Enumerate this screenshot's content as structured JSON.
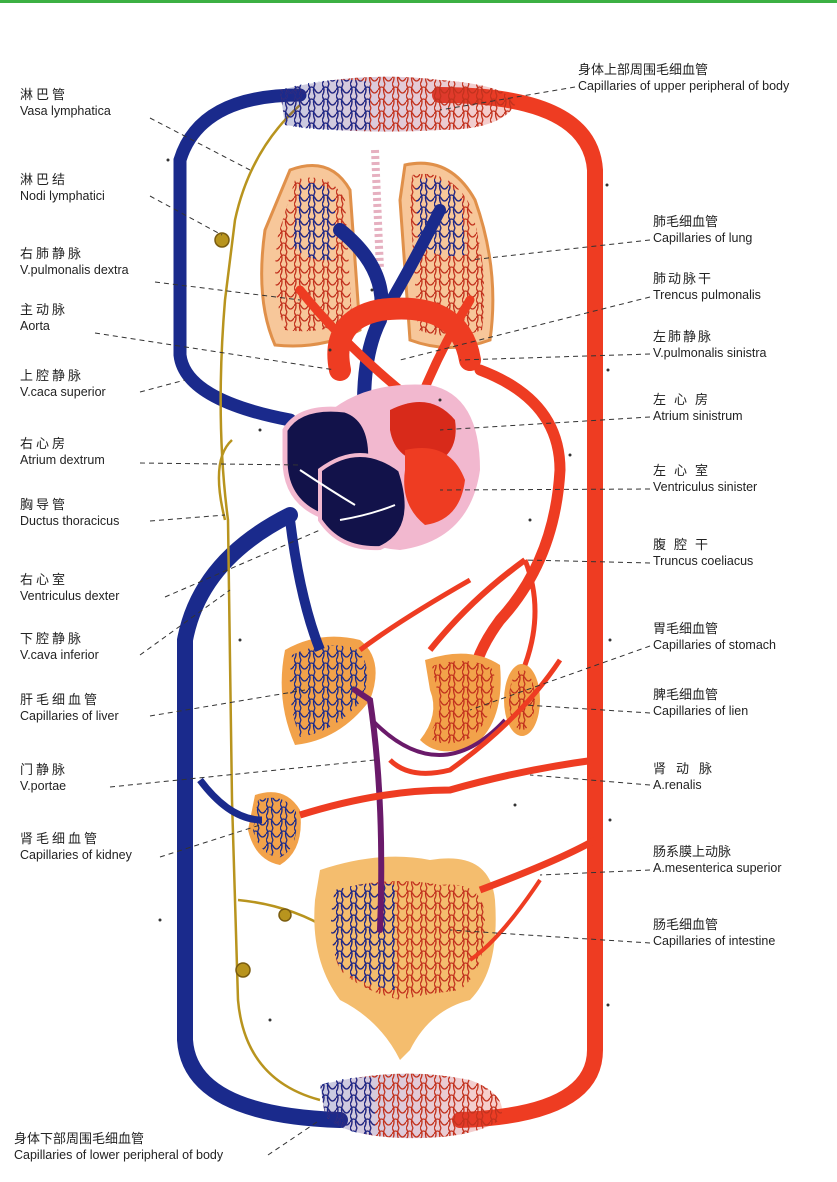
{
  "colors": {
    "vein": "#1a2a8c",
    "artery": "#ee3c22",
    "lymph": "#b8941e",
    "tissue": "#f2a24a",
    "heart_dark": "#12124a",
    "pericardium": "#f2b8cf",
    "accent_top": "#3cb043"
  },
  "labels": {
    "vasa_lymphatica": {
      "zh": "淋巴管",
      "en": "Vasa lymphatica"
    },
    "nodi_lymphatici": {
      "zh": "淋巴结",
      "en": "Nodi lymphatici"
    },
    "v_pulm_dextra": {
      "zh": "右肺静脉",
      "en": "V.pulmonalis dextra"
    },
    "aorta": {
      "zh": "主动脉",
      "en": "Aorta"
    },
    "v_cava_superior": {
      "zh": "上腔静脉",
      "en": "V.caca superior"
    },
    "atrium_dextrum": {
      "zh": "右心房",
      "en": "Atrium dextrum"
    },
    "ductus_thoracicus": {
      "zh": "胸导管",
      "en": "Ductus thoracicus"
    },
    "ventriculus_dexter": {
      "zh": "右心室",
      "en": "Ventriculus dexter"
    },
    "v_cava_inferior": {
      "zh": "下腔静脉",
      "en": "V.cava inferior"
    },
    "cap_liver": {
      "zh": "肝毛细血管",
      "en": "Capillaries of liver"
    },
    "v_portae": {
      "zh": "门静脉",
      "en": "V.portae"
    },
    "cap_kidney": {
      "zh": "肾毛细血管",
      "en": "Capillaries of kidney"
    },
    "cap_lower": {
      "zh": "身体下部周围毛细血管",
      "en": "Capillaries of lower peripheral of body"
    },
    "cap_upper": {
      "zh": "身体上部周围毛细血管",
      "en": "Capillaries of upper peripheral of body"
    },
    "cap_lung": {
      "zh": "肺毛细血管",
      "en": "Capillaries of lung"
    },
    "trencus_pulm": {
      "zh": "肺动脉干",
      "en": "Trencus pulmonalis"
    },
    "v_pulm_sinistra": {
      "zh": "左肺静脉",
      "en": "V.pulmonalis sinistra"
    },
    "atrium_sinistrum": {
      "zh": "左心房",
      "en": "Atrium sinistrum"
    },
    "ventriculus_sinister": {
      "zh": "左心室",
      "en": "Ventriculus sinister"
    },
    "truncus_coeliacus": {
      "zh": "腹腔干",
      "en": "Truncus coeliacus"
    },
    "cap_stomach": {
      "zh": "胃毛细血管",
      "en": "Capillaries of stomach"
    },
    "cap_lien": {
      "zh": "脾毛细血管",
      "en": "Capillaries of lien"
    },
    "a_renalis": {
      "zh": "肾动脉",
      "en": "A.renalis"
    },
    "a_mesenterica": {
      "zh": "肠系膜上动脉",
      "en": "A.mesenterica superior"
    },
    "cap_intestine": {
      "zh": "肠毛细血管",
      "en": "Capillaries of intestine"
    }
  }
}
